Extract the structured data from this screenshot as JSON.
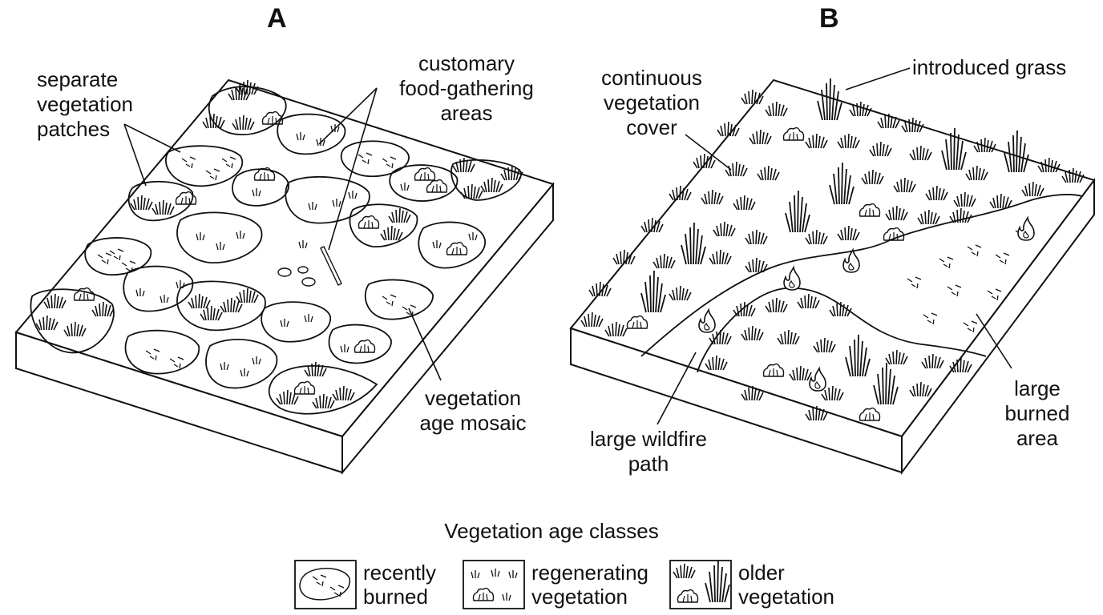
{
  "panels": {
    "a": {
      "letter": "A",
      "labels": {
        "separate_patches": [
          "separate",
          "vegetation",
          "patches"
        ],
        "food_gathering": [
          "customary",
          "food-gathering",
          "areas"
        ],
        "age_mosaic": [
          "vegetation",
          "age mosaic"
        ]
      }
    },
    "b": {
      "letter": "B",
      "labels": {
        "introduced_grass": "introduced grass",
        "continuous_cover": [
          "continuous",
          "vegetation",
          "cover"
        ],
        "wildfire_path": [
          "large wildfire",
          "path"
        ],
        "burned_area": [
          "large",
          "burned",
          "area"
        ]
      }
    }
  },
  "legend": {
    "title": "Vegetation age classes",
    "items": [
      {
        "key": "recently-burned",
        "lines": [
          "recently",
          "burned"
        ]
      },
      {
        "key": "regenerating",
        "lines": [
          "regenerating",
          "vegetation"
        ]
      },
      {
        "key": "older",
        "lines": [
          "older",
          "vegetation"
        ]
      }
    ]
  },
  "colors": {
    "ink": "#111111",
    "paper": "#ffffff"
  }
}
